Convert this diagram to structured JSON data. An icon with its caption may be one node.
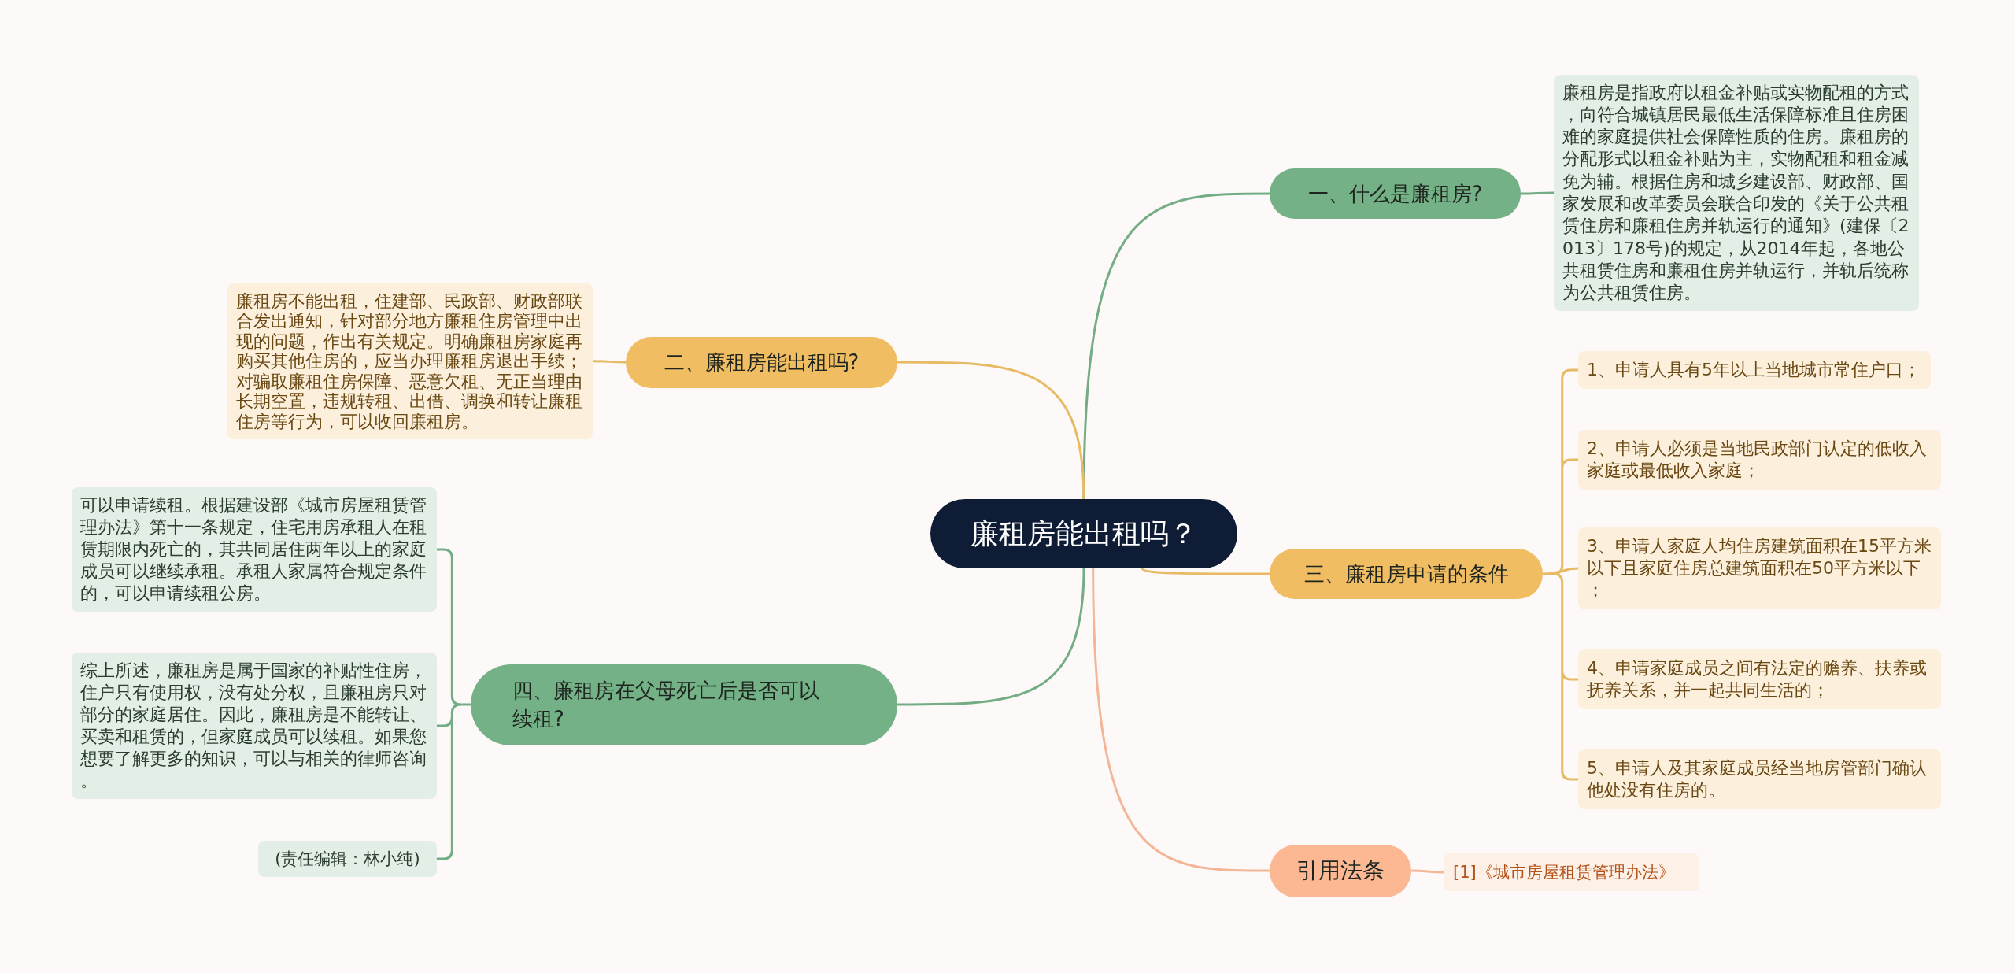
{
  "diagram": {
    "nodes": [
      {
        "text": [
          "廉租房能出租吗？"
        ]
      },
      {
        "text": [
          "一、什么是廉租房?"
        ]
      },
      {
        "text": [
          "廉租房是指政府以租金补贴或实物配租的方式，向符合城镇居民最低生活保障标准且住房困难的家庭提供社会保障性质的住房。廉租房的分配形式以租金补贴为主，实物配租和租金减免为辅。根据住房和城乡建设部、财政部、国家发展和改革委员会联合印发的《关于公共租赁住房和廉租住房并轨运行的通知》(建保〔2013〕178号)的规定，从2014年起，各地公共租赁住房和廉租住房并轨运行，并轨后统称为公共租赁住房。"
        ]
      },
      {
        "text": [
          "二、廉租房能出租吗?"
        ]
      },
      {
        "text": [
          "廉租房不能出租，住建部、民政部、财政部联合发出通知，针对部分地方廉租住房管理中出现的问题，作出有关规定。明确廉租房家庭再购买其他住房的，应当办理廉租房退出手续；对骗取廉租住房保障、恶意欠租、无正当理由长期空置，违规转租、出借、调换和转让廉租住房等行为，可以收回廉租房。"
        ]
      },
      {
        "text": [
          "三、廉租房申请的条件"
        ]
      },
      {
        "text": [
          "1、申请人具有5年以上当地城市常住户口；"
        ]
      },
      {
        "text": [
          "2、申请人必须是当地民政部门认定的低收入家庭或最低收入家庭；"
        ]
      },
      {
        "text": [
          "3、申请人家庭人均住房建筑面积在15平方米以下且家庭住房总建筑面积在50平方米以下；"
        ]
      },
      {
        "text": [
          "4、申请家庭成员之间有法定的赡养、扶养或抚养关系，并一起共同生活的；"
        ]
      },
      {
        "text": [
          "5、申请人及其家庭成员经当地房管部门确认他处没有住房的。"
        ]
      },
      {
        "text": [
          "四、廉租房在父母死亡后是否可以续租?"
        ]
      },
      {
        "text": [
          "可以申请续租。根据建设部《城市房屋租赁管理办法》第十一条规定，住宅用房承租人在租赁期限内死亡的，其共同居住两年以上的家庭成员可以继续承租。承租人家属符合规定条件的，可以申请续租公房。"
        ]
      },
      {
        "text": [
          "综上所述，廉租房是属于国家的补贴性住房，住户只有使用权，没有处分权，且廉租房只对部分的家庭居住。因此，廉租房是不能转让、买卖和租赁的，但家庭成员可以续租。如果您想要了解更多的知识，可以与相关的律师咨询。"
        ]
      },
      {
        "text": [
          "(责任编辑：林小纯)"
        ]
      },
      {
        "text": [
          "引用法条"
        ]
      },
      {
        "text": [
          "[1]《城市房屋租赁管理办法》"
        ]
      }
    ],
    "edges": [
      {
        "from": 0,
        "to": 1,
        "arrow": "none",
        "color": "#74ad85"
      },
      {
        "from": 1,
        "to": 2,
        "arrow": "none",
        "color": "#74ad85"
      },
      {
        "from": 0,
        "to": 3,
        "arrow": "none"
      },
      {
        "from": 3,
        "to": 4,
        "arrow": "none"
      },
      {
        "from": 0,
        "to": 5,
        "arrow": "none"
      },
      {
        "from": 5,
        "to": 6,
        "arrow": "none"
      },
      {
        "from": 5,
        "to": 7,
        "arrow": "none"
      },
      {
        "from": 5,
        "to": 8,
        "arrow": "none"
      },
      {
        "from": 5,
        "to": 9,
        "arrow": "none"
      },
      {
        "from": 5,
        "to": 10,
        "arrow": "none"
      },
      {
        "from": 0,
        "to": 11,
        "arrow": "none",
        "color": "#74ad85"
      },
      {
        "from": 11,
        "to": 12,
        "arrow": "none",
        "color": "#74ad85"
      },
      {
        "from": 11,
        "to": 13,
        "arrow": "none",
        "color": "#74ad85"
      },
      {
        "from": 11,
        "to": 14,
        "arrow": "none",
        "color": "#74ad85"
      },
      {
        "from": 0,
        "to": 15,
        "arrow": "none",
        "color": "#f3b797"
      },
      {
        "from": 15,
        "to": 16,
        "arrow": "none",
        "color": "#f3b797"
      }
    ]
  }
}
